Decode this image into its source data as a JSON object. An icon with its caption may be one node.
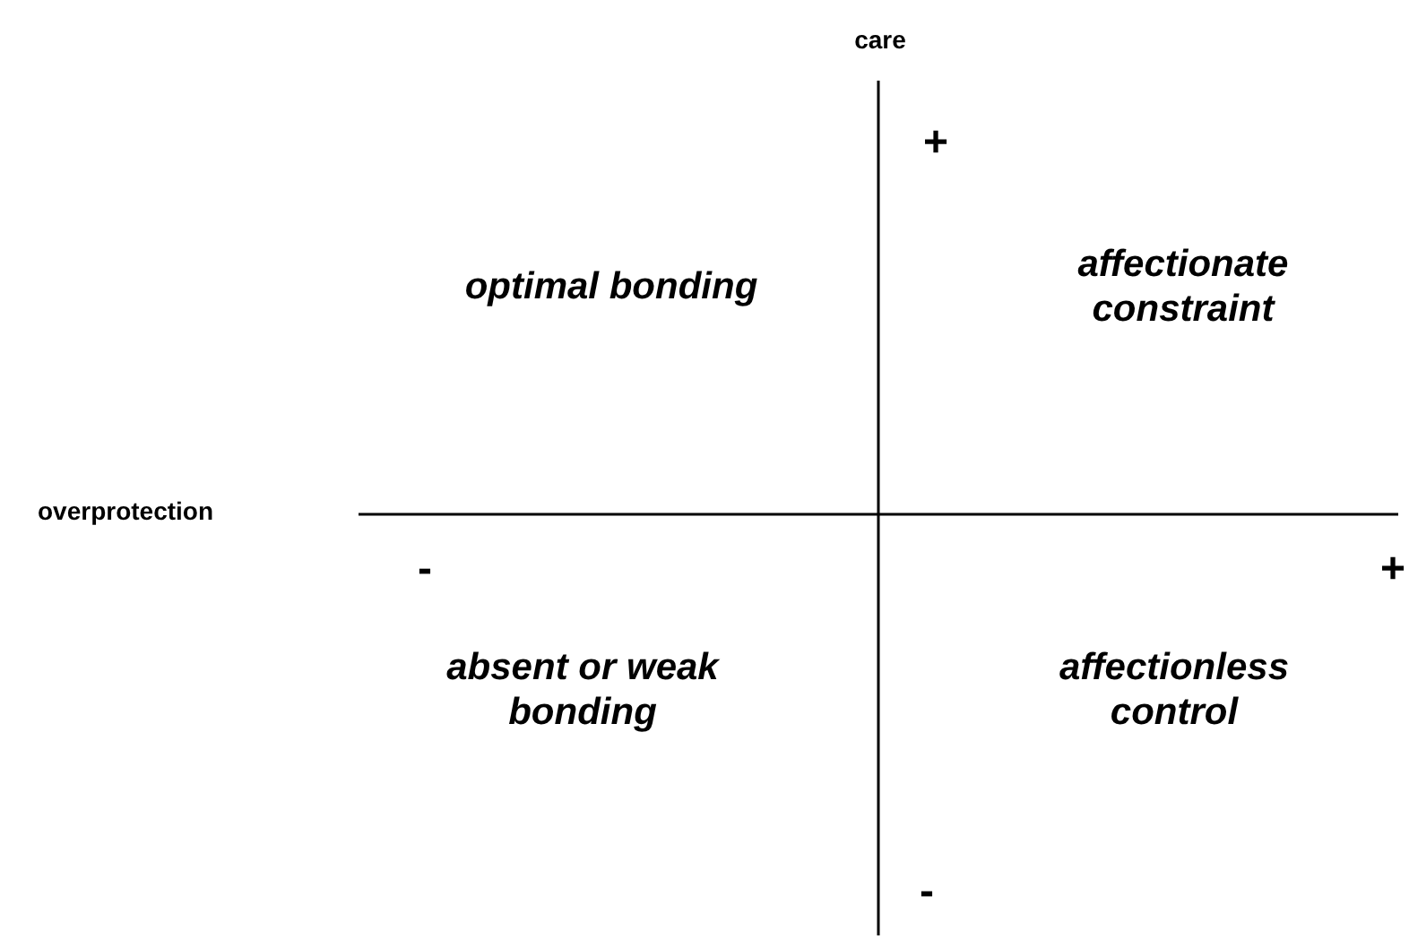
{
  "diagram": {
    "labels": [
      "care",
      "+",
      "optimal bonding",
      "affectionate constraint",
      "overprotection",
      "-",
      "+",
      "absent or weak bonding",
      "affectionless control",
      "-"
    ]
  }
}
